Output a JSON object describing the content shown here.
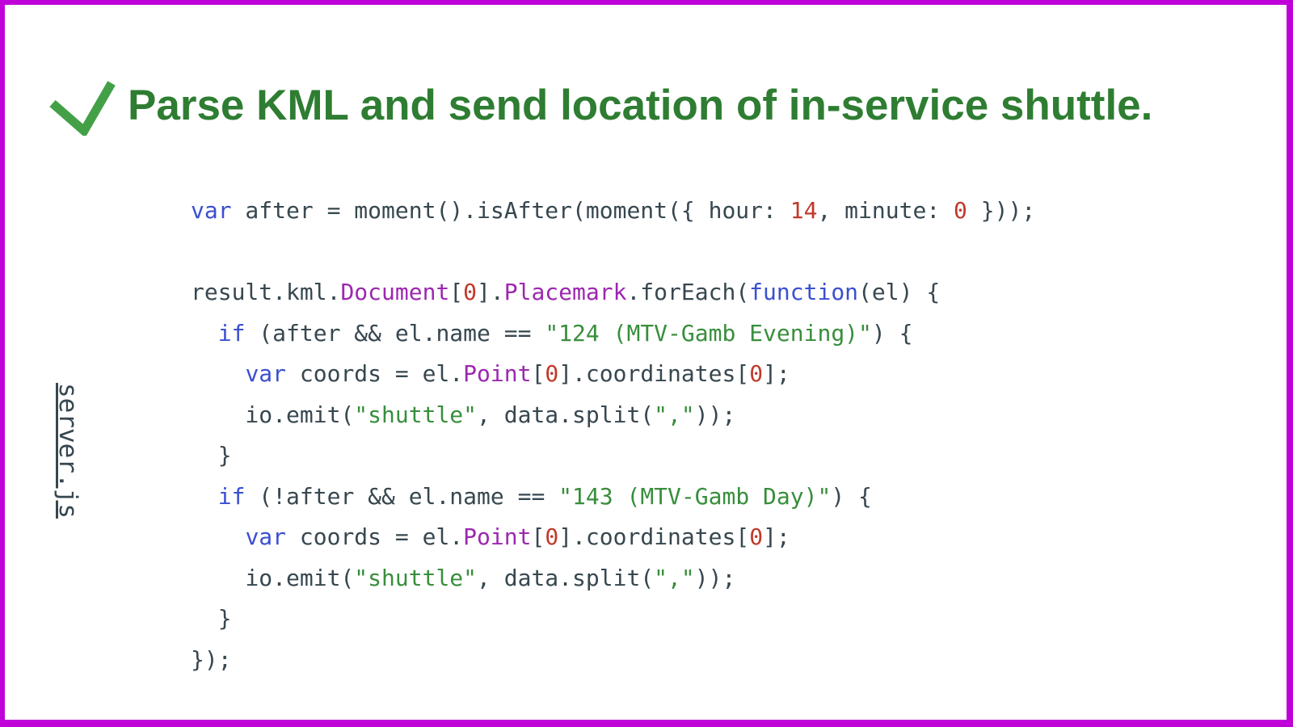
{
  "slide": {
    "title": "Parse KML and send location of in-service shuttle.",
    "file_label": "server.js",
    "icons": {
      "check": "checkmark-icon"
    },
    "colors": {
      "border": "#bf00d8",
      "title": "#2e7d32",
      "checkmark": "#43a047",
      "code_default": "#37474f",
      "code_keyword": "#3b4fd0",
      "code_class": "#9c27b0",
      "code_number": "#c0392b",
      "code_string": "#388e3c"
    }
  },
  "code": {
    "language": "javascript",
    "lines": [
      [
        {
          "t": "var",
          "c": "k"
        },
        {
          "t": " after = moment().isAfter(moment({ hour: ",
          "c": "d"
        },
        {
          "t": "14",
          "c": "n"
        },
        {
          "t": ", minute: ",
          "c": "d"
        },
        {
          "t": "0",
          "c": "n"
        },
        {
          "t": " }));",
          "c": "d"
        }
      ],
      [],
      [
        {
          "t": "result.kml.",
          "c": "d"
        },
        {
          "t": "Document",
          "c": "t"
        },
        {
          "t": "[",
          "c": "d"
        },
        {
          "t": "0",
          "c": "n"
        },
        {
          "t": "].",
          "c": "d"
        },
        {
          "t": "Placemark",
          "c": "t"
        },
        {
          "t": ".forEach(",
          "c": "d"
        },
        {
          "t": "function",
          "c": "k"
        },
        {
          "t": "(el) {",
          "c": "d"
        }
      ],
      [
        {
          "t": "  ",
          "c": "d"
        },
        {
          "t": "if",
          "c": "k"
        },
        {
          "t": " (after && el.name == ",
          "c": "d"
        },
        {
          "t": "\"124 (MTV-Gamb Evening)\"",
          "c": "s"
        },
        {
          "t": ") {",
          "c": "d"
        }
      ],
      [
        {
          "t": "    ",
          "c": "d"
        },
        {
          "t": "var",
          "c": "k"
        },
        {
          "t": " coords = el.",
          "c": "d"
        },
        {
          "t": "Point",
          "c": "t"
        },
        {
          "t": "[",
          "c": "d"
        },
        {
          "t": "0",
          "c": "n"
        },
        {
          "t": "].coordinates[",
          "c": "d"
        },
        {
          "t": "0",
          "c": "n"
        },
        {
          "t": "];",
          "c": "d"
        }
      ],
      [
        {
          "t": "    io.emit(",
          "c": "d"
        },
        {
          "t": "\"shuttle\"",
          "c": "s"
        },
        {
          "t": ", data.split(",
          "c": "d"
        },
        {
          "t": "\",\"",
          "c": "s"
        },
        {
          "t": "));",
          "c": "d"
        }
      ],
      [
        {
          "t": "  }",
          "c": "d"
        }
      ],
      [
        {
          "t": "  ",
          "c": "d"
        },
        {
          "t": "if",
          "c": "k"
        },
        {
          "t": " (!after && el.name == ",
          "c": "d"
        },
        {
          "t": "\"143 (MTV-Gamb Day)\"",
          "c": "s"
        },
        {
          "t": ") {",
          "c": "d"
        }
      ],
      [
        {
          "t": "    ",
          "c": "d"
        },
        {
          "t": "var",
          "c": "k"
        },
        {
          "t": " coords = el.",
          "c": "d"
        },
        {
          "t": "Point",
          "c": "t"
        },
        {
          "t": "[",
          "c": "d"
        },
        {
          "t": "0",
          "c": "n"
        },
        {
          "t": "].coordinates[",
          "c": "d"
        },
        {
          "t": "0",
          "c": "n"
        },
        {
          "t": "];",
          "c": "d"
        }
      ],
      [
        {
          "t": "    io.emit(",
          "c": "d"
        },
        {
          "t": "\"shuttle\"",
          "c": "s"
        },
        {
          "t": ", data.split(",
          "c": "d"
        },
        {
          "t": "\",\"",
          "c": "s"
        },
        {
          "t": "));",
          "c": "d"
        }
      ],
      [
        {
          "t": "  }",
          "c": "d"
        }
      ],
      [
        {
          "t": "});",
          "c": "d"
        }
      ]
    ]
  }
}
